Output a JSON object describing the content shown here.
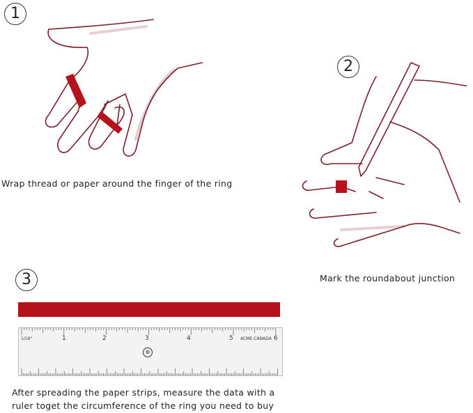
{
  "steps": [
    {
      "number": "1",
      "caption": "Wrap thread or paper around the finger of the ring"
    },
    {
      "number": "2",
      "caption": "Mark the roundabout junction"
    },
    {
      "number": "3",
      "caption_lines": [
        "After spreading the paper strips, measure the data with a",
        "ruler toget the circumference of the ring you need to buy"
      ]
    }
  ],
  "ruler": {
    "labels": [
      "1/16\"",
      "1",
      "2",
      "3",
      "4",
      "5",
      "6"
    ],
    "brand": "ACME-CANADA",
    "logo": "ACME logo"
  },
  "colors": {
    "accent": "#b5121b",
    "line": "#7a1f2b"
  }
}
